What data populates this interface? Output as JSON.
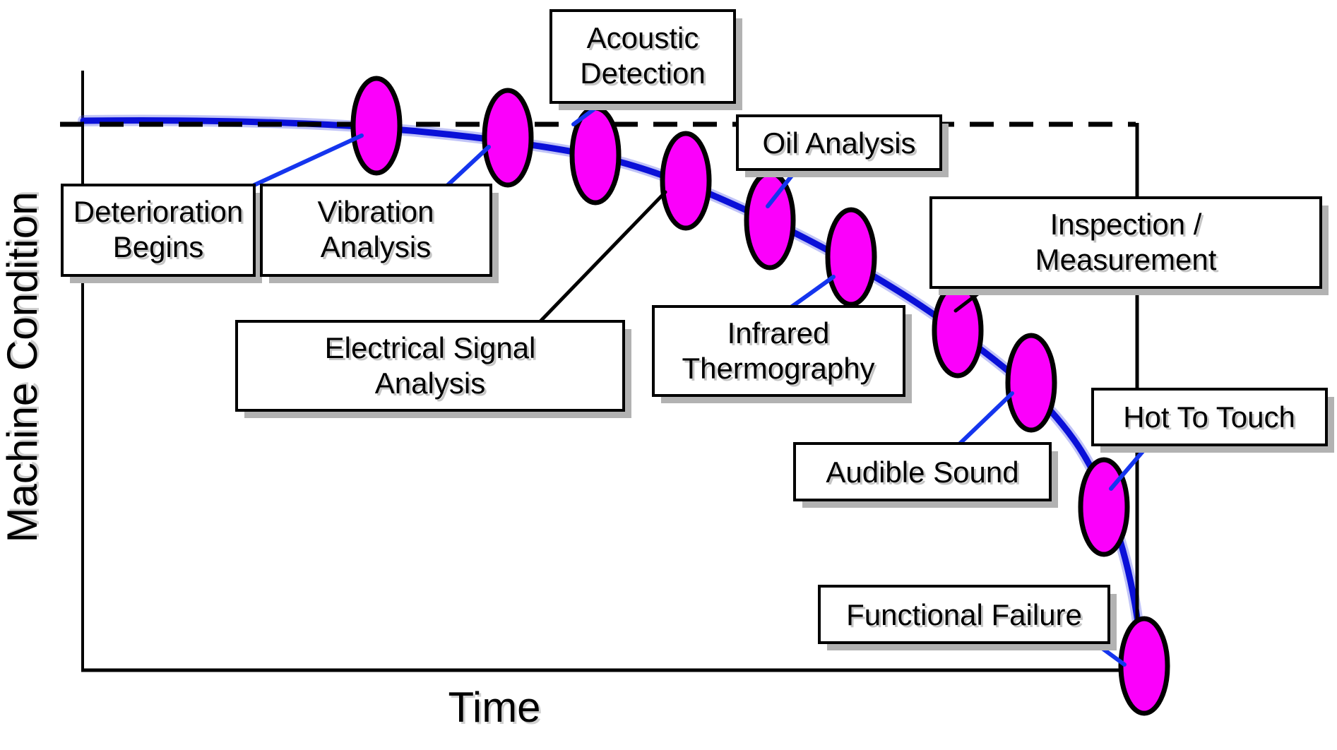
{
  "diagram": {
    "axes": {
      "y_label": "Machine Condition",
      "x_label": "Time"
    },
    "labels": {
      "deterioration": {
        "line1": "Deterioration",
        "line2": "Begins"
      },
      "vibration": {
        "line1": "Vibration",
        "line2": "Analysis"
      },
      "acoustic": {
        "line1": "Acoustic",
        "line2": "Detection"
      },
      "oil": {
        "text": "Oil Analysis"
      },
      "electrical": {
        "line1": "Electrical Signal",
        "line2": "Analysis"
      },
      "infrared": {
        "line1": "Infrared",
        "line2": "Thermography"
      },
      "inspection": {
        "line1": "Inspection /",
        "line2": "Measurement"
      },
      "audible": {
        "text": "Audible Sound"
      },
      "hot": {
        "text": "Hot To Touch"
      },
      "functional": {
        "text": "Functional Failure"
      }
    },
    "sequence": [
      "Deterioration Begins",
      "Vibration Analysis",
      "Acoustic Detection",
      "Electrical Signal Analysis",
      "Oil Analysis",
      "Infrared Thermography",
      "Inspection / Measurement",
      "Audible Sound",
      "Hot To Touch",
      "Functional Failure"
    ],
    "colors": {
      "curve_blue": "#0a10d8",
      "curve_halo": "#4a52e8",
      "leader_blue": "#1535ee",
      "leader_black": "#000000",
      "ellipse_magenta": "#fb00fb",
      "ellipse_outline": "#000000",
      "box_fill": "#ffffff",
      "box_border": "#000000",
      "box_shadow": "#b2b2b2",
      "axis_black": "#000000"
    }
  }
}
